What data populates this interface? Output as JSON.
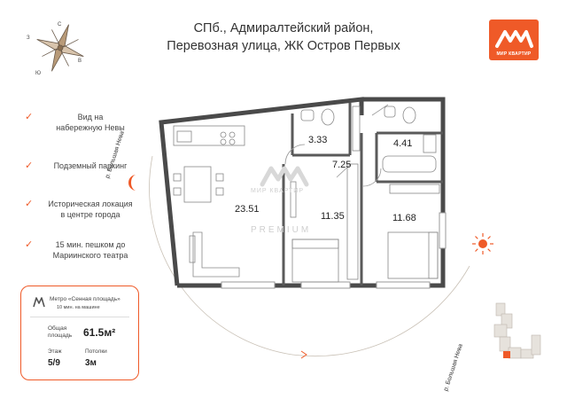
{
  "title_line1": "СПб., Адмиралтейский район,",
  "title_line2": "Перевозная улица, ЖК Остров Первых",
  "logo": {
    "text": "МИР КВАРТИР",
    "color": "#ef5a28"
  },
  "compass": {
    "north": "С",
    "south": "Ю",
    "west": "З",
    "east": "В"
  },
  "features": [
    {
      "line1": "Вид на",
      "line2": "набережную Невы"
    },
    {
      "line1": "Подземный паркинг",
      "line2": ""
    },
    {
      "line1": "Историческая локация",
      "line2": "в центре города"
    },
    {
      "line1": "15 мин. пешком до",
      "line2": "Мариинского театра"
    }
  ],
  "card": {
    "metro_name": "Метро «Сенная площадь»",
    "metro_time": "10 мин. на машине",
    "area_label_1": "Общая",
    "area_label_2": "площадь",
    "area_value": "61.5м²",
    "floor_label": "Этаж",
    "floor_value": "5/9",
    "ceiling_label": "Потолки",
    "ceiling_value": "3м"
  },
  "rooms": {
    "kitchen_living": "23.51",
    "bathroom_small": "3.33",
    "hallway": "7.25",
    "bathroom_large": "4.41",
    "bedroom_middle": "11.35",
    "bedroom_right": "11.68"
  },
  "river_left": "р. Большая Нева",
  "river_right": "р. Большая Нева",
  "watermark_line1": "МИР КВАРТИР",
  "watermark_line2": "PREMIUM",
  "accent_color": "#ef5a28"
}
